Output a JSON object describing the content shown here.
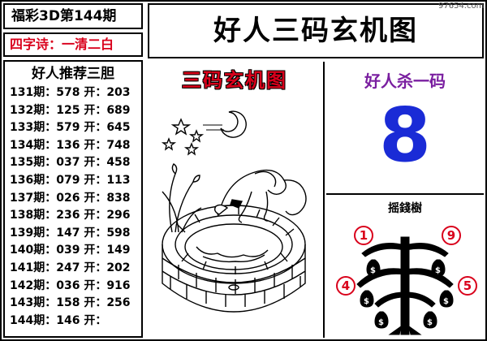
{
  "issue_title": "福彩3D第144期",
  "poem": "四字诗：一清二白",
  "main_title": "好人三码玄机图",
  "site_tag": "97654.com",
  "list": {
    "title": "好人推荐三胆",
    "rows": [
      "131期：578 开：203",
      "132期：125 开：689",
      "133期：579 开：645",
      "134期：136 开：748",
      "135期：037 开：458",
      "136期：079 开：113",
      "137期：026 开：838",
      "138期：236 开：296",
      "139期：147 开：598",
      "140期：039 开：149",
      "141期：247 开：202",
      "142期：036 开：916",
      "143期：158 开：256",
      "144期：146 开："
    ]
  },
  "picture": {
    "caption": "三码玄机图",
    "icon": "monkey-well-illustration"
  },
  "kill": {
    "title": "好人杀一码",
    "number": "8"
  },
  "tree": {
    "title": "摇錢樹",
    "icon": "money-tree-illustration",
    "numbers": [
      "1",
      "9",
      "4",
      "5"
    ]
  },
  "colors": {
    "red": "#d9001b",
    "purple": "#7a1fa0",
    "blue": "#1a2bd6"
  }
}
